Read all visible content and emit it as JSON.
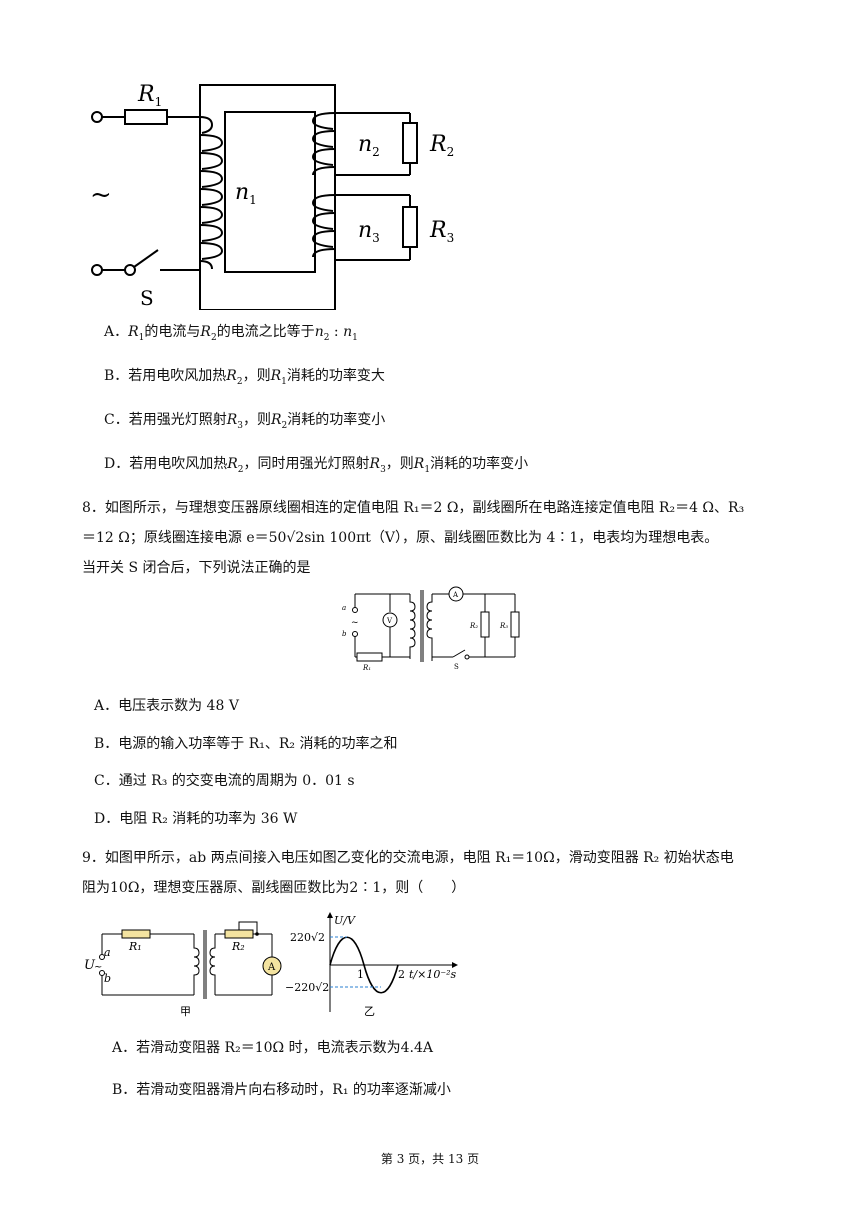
{
  "figure1": {
    "label_R1": "R",
    "sub_R1": "1",
    "label_R2": "R",
    "sub_R2": "2",
    "label_R3": "R",
    "sub_R3": "3",
    "label_n1": "n",
    "sub_n1": "1",
    "label_n2": "n",
    "sub_n2": "2",
    "label_n3": "n",
    "sub_n3": "3",
    "label_tilde": "~",
    "label_S": "S"
  },
  "q7": {
    "options": [
      {
        "letter": "A．",
        "parts": [
          "R",
          "1",
          "的电流与",
          "R",
          "2",
          "的电流之比等于",
          "n",
          "2",
          " : ",
          "n",
          "1"
        ]
      },
      {
        "letter": "B．",
        "text_a": "若用电吹风加热",
        "r_a": "R",
        "s_a": "2",
        "text_b": "，则",
        "r_b": "R",
        "s_b": "1",
        "text_c": "消耗的功率变大"
      },
      {
        "letter": "C．",
        "text_a": "若用强光灯照射",
        "r_a": "R",
        "s_a": "3",
        "text_b": "，则",
        "r_b": "R",
        "s_b": "2",
        "text_c": "消耗的功率变小"
      },
      {
        "letter": "D．",
        "text_a": "若用电吹风加热",
        "r_a": "R",
        "s_a": "2",
        "text_b": "，同时用强光灯照射",
        "r_b": "R",
        "s_b": "3",
        "text_c": "，则",
        "r_c": "R",
        "s_c": "1",
        "text_d": "消耗的功率变小"
      }
    ]
  },
  "q8": {
    "line1": "8．如图所示，与理想变压器原线圈相连的定值电阻 R₁＝2 Ω，副线圈所在电路连接定值电阻 R₂＝4 Ω、R₃",
    "line2": "＝12 Ω；原线圈连接电源 e＝50√2sin 100πt（V），原、副线圈匝数比为 4∶1，电表均为理想电表。",
    "line3": "当开关 S 闭合后，下列说法正确的是",
    "fig": {
      "a": "a",
      "b": "b",
      "tilde": "~",
      "V": "V",
      "A": "A",
      "R1": "R₁",
      "R2": "R₂",
      "R3": "R₃",
      "S": "S"
    },
    "options": [
      "A．电压表示数为 48 V",
      "B．电源的输入功率等于 R₁、R₂ 消耗的功率之和",
      "C．通过 R₃ 的交变电流的周期为 0．01 s",
      "D．电阻 R₂ 消耗的功率为 36 W"
    ]
  },
  "q9": {
    "line1": "9．如图甲所示，ab 两点间接入电压如图乙变化的交流电源，电阻 R₁＝10Ω，滑动变阻器 R₂ 初始状态电",
    "line2": "阻为10Ω，理想变压器原、副线圈匝数比为2∶1，则（　　）",
    "fig": {
      "U": "U",
      "a": "a",
      "b": "b",
      "tilde": "~",
      "R1": "R₁",
      "R2": "R₂",
      "A": "A",
      "jia": "甲",
      "yi": "乙",
      "ylabel": "U/V",
      "ytop": "220√2",
      "ybot": "−220√2",
      "x1": "1",
      "x2": "2",
      "xlabel": "t/×10⁻²s"
    },
    "options": [
      "A．若滑动变阻器 R₂＝10Ω 时，电流表示数为4.4A",
      "B．若滑动变阻器滑片向右移动时，R₁ 的功率逐渐减小"
    ]
  },
  "footer": "第 3 页，共 13 页"
}
